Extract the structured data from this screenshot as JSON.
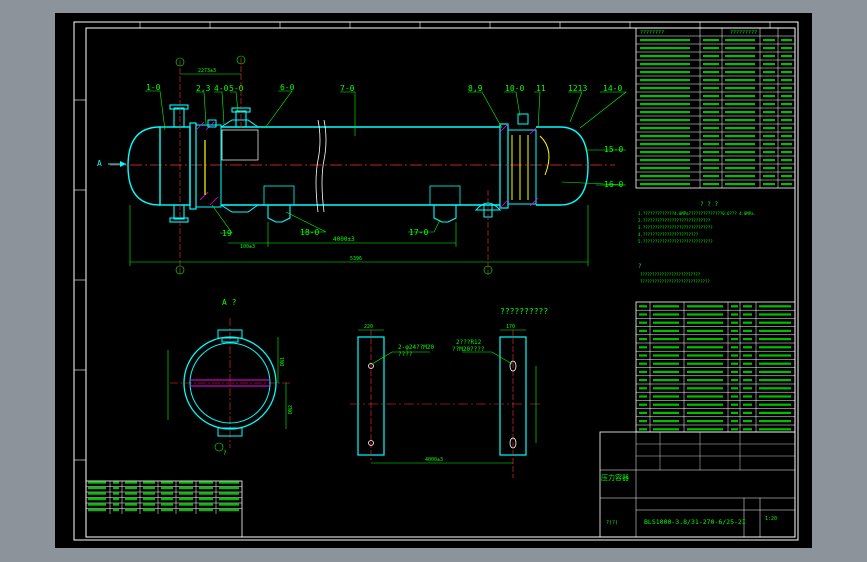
{
  "window": {
    "background": "#8d939b",
    "canvas_background": "#000000",
    "colors": {
      "line": "#ffffff",
      "contour": "#00ffff",
      "table": "#00ff00",
      "center": "#ff3030",
      "dim": "#00ff00",
      "hatch": "#ff00ff",
      "yellow": "#ffff00"
    }
  },
  "main_view": {
    "part_labels": {
      "p1": "1-0",
      "p2": "2,3",
      "p4": "4-0",
      "p5": "5-0",
      "p6": "6-0",
      "p7": "7-0",
      "p8": "8,9",
      "p10": "10-0",
      "p11": "11",
      "p12": "1213",
      "p14": "14-0",
      "p15": "15-0",
      "p16": "16-0",
      "p17": "17-0",
      "p18": "18-0",
      "p19": "19"
    },
    "view_arrow": "A",
    "dim_total": "4000±3",
    "dim_overall": "5396",
    "dim_top": "2273±3",
    "dim_sub": "100±3",
    "circle_marks": [
      "(1)",
      "(2)"
    ]
  },
  "section_view": {
    "title": "A ?",
    "label_bottom": "?",
    "dim_right_1": "DN1",
    "dim_right_2": "DN2"
  },
  "saddle_view": {
    "title": "??????????",
    "note_left_1": "2-φ24??M20",
    "note_left_2": "????",
    "note_right_1": "2???R12",
    "note_right_2": "??M20????",
    "dim_width": "4000±3",
    "dim_small_1": "220",
    "dim_small_2": "170"
  },
  "tech_notes": {
    "heading": "? ? ?",
    "line1": "1.?????????????4.0MPa??????????????0.6??? 4.0MPa.",
    "line2": "2.????????????????????????????",
    "line3": "3.?????????????????????????????",
    "line4": "4.???????????????????????",
    "line5": "5.?????????????????????????????",
    "heading2": "?",
    "line6": "?????????????????????????",
    "line7": "?????????????????????????????"
  },
  "title_block": {
    "drawing_no": "BLS1000-3.8/31-270-6/25-2I",
    "pressure_label": "压力容器",
    "scale_label": "?(?)",
    "sheet": "1:20"
  },
  "design_table_top": {
    "row1": "????????",
    "row2": "?????????"
  }
}
